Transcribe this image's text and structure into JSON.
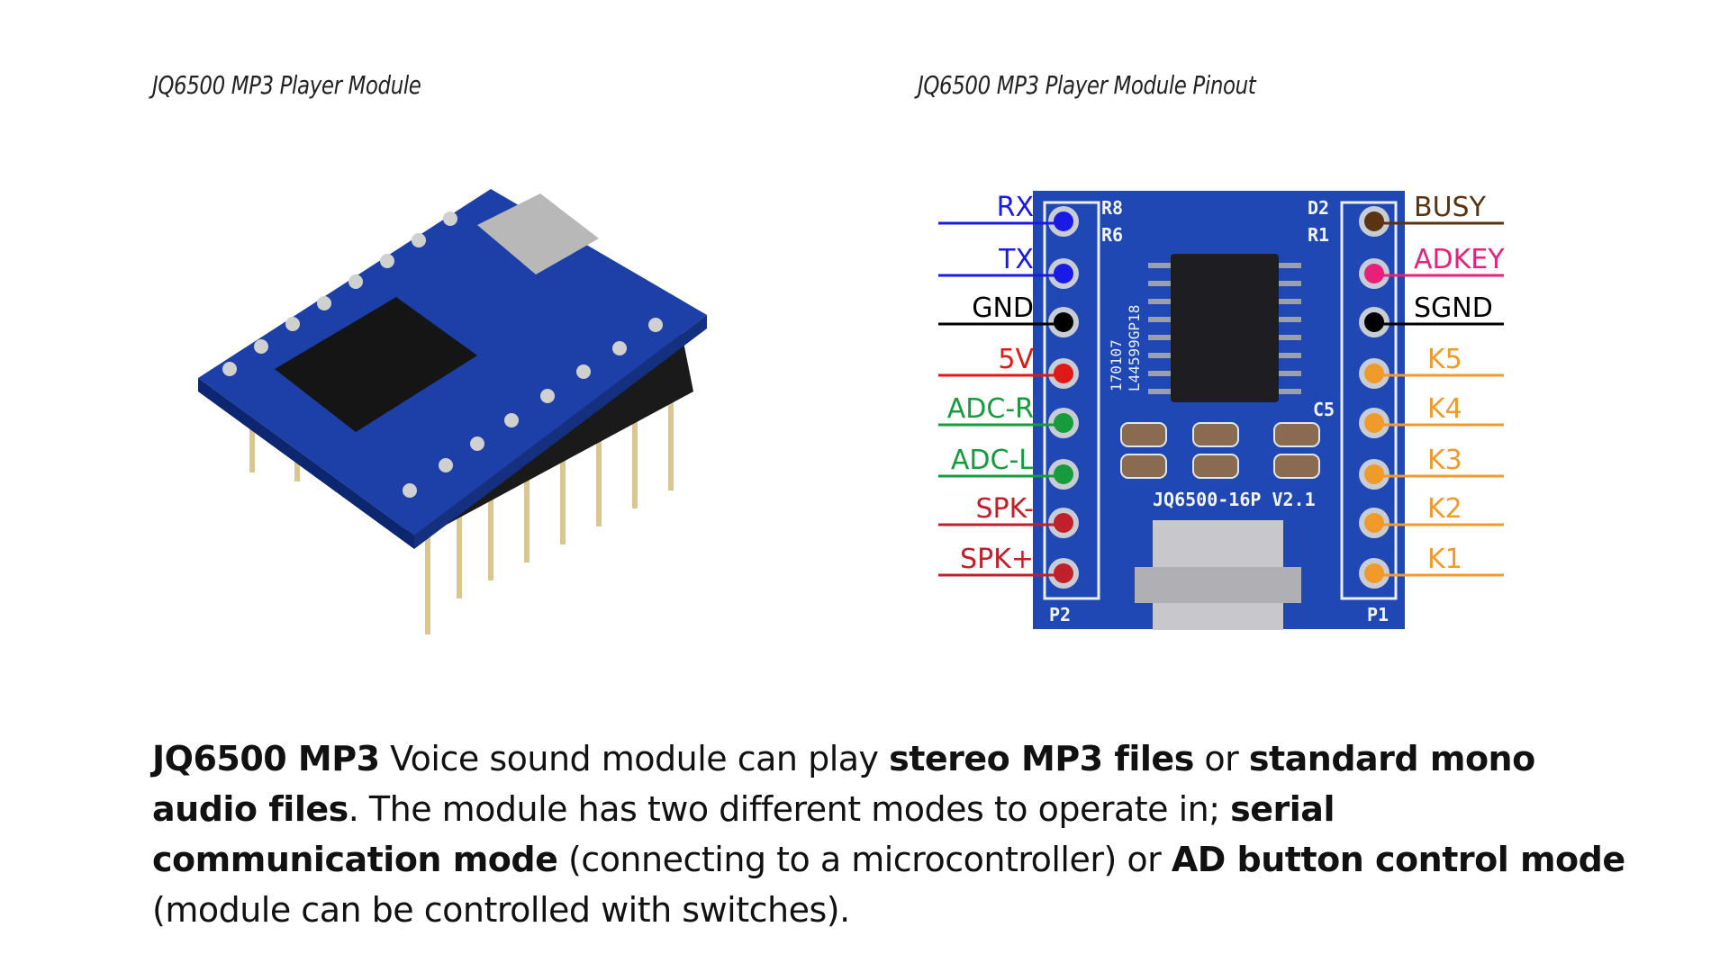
{
  "titles": {
    "left": "JQ6500 MP3 Player Module",
    "right": "JQ6500 MP3 Player Module Pinout"
  },
  "board": {
    "silkscreen": "JQ6500-16P V2.1",
    "chip_marking": [
      "170107",
      "L44599GP18"
    ],
    "ref_labels": [
      "R8",
      "R6",
      "D2",
      "R1",
      "C5",
      "P2",
      "P1"
    ]
  },
  "pins": {
    "left": [
      {
        "label": "RX",
        "color": "#1a1ae6"
      },
      {
        "label": "TX",
        "color": "#1a1ae6"
      },
      {
        "label": "GND",
        "color": "#000000"
      },
      {
        "label": "5V",
        "color": "#e01818"
      },
      {
        "label": "ADC-R",
        "color": "#169c3c"
      },
      {
        "label": "ADC-L",
        "color": "#169c3c"
      },
      {
        "label": "SPK-",
        "color": "#c0202a"
      },
      {
        "label": "SPK+",
        "color": "#c0202a"
      }
    ],
    "right": [
      {
        "label": "BUSY",
        "color": "#5a3412"
      },
      {
        "label": "ADKEY",
        "color": "#e8207a"
      },
      {
        "label": "SGND",
        "color": "#000000"
      },
      {
        "label": "K5",
        "color": "#f09a2a"
      },
      {
        "label": "K4",
        "color": "#f09a2a"
      },
      {
        "label": "K3",
        "color": "#f09a2a"
      },
      {
        "label": "K2",
        "color": "#f09a2a"
      },
      {
        "label": "K1",
        "color": "#f09a2a"
      }
    ]
  },
  "description": {
    "s1": "JQ6500 MP3",
    "s2": " Voice sound module can play ",
    "s3": "stereo MP3 files",
    "s4": " or ",
    "s5": "standard mono audio files",
    "s6": ". The module has two different modes to operate in; ",
    "s7": "serial communication mode",
    "s8": " (connecting to a microcontroller) or ",
    "s9": "AD button control mode",
    "s10": " (module can be controlled with switches)."
  }
}
